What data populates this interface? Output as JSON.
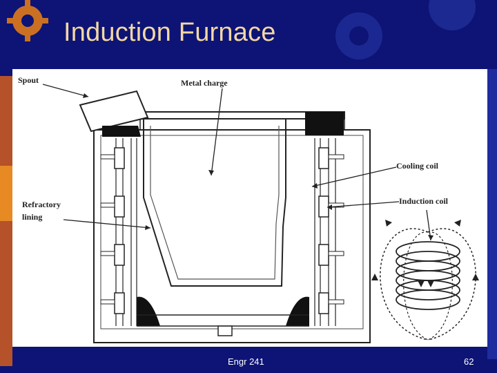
{
  "slide": {
    "title": "Induction Furnace",
    "footer_text": "Engr 241",
    "page_number": "62"
  },
  "diagram": {
    "labels": {
      "spout": "Spout",
      "metal_charge": "Metal charge",
      "cooling_coil": "Cooling coil",
      "induction_coil": "Induction coil",
      "refractory_line1": "Refractory",
      "refractory_line2": "lining"
    }
  },
  "colors": {
    "background": "#0d1475",
    "title": "#f3d7a5",
    "accent": "#e0701a"
  }
}
